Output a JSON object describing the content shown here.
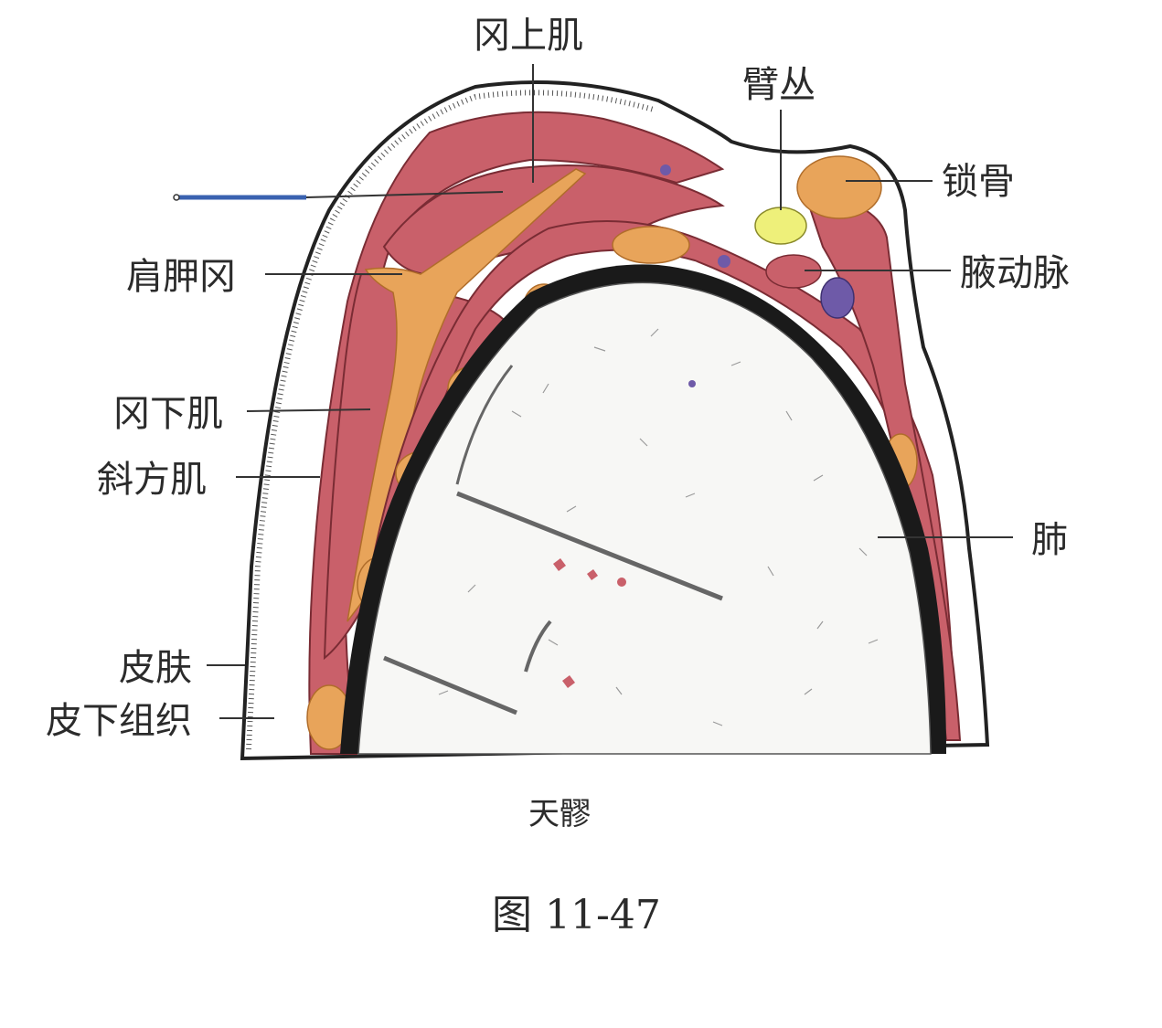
{
  "labels": {
    "supraspinatus": "冈上肌",
    "brachial_plexus": "臂丛",
    "clavicle": "锁骨",
    "scapular_spine": "肩胛冈",
    "axillary_artery": "腋动脉",
    "infraspinatus": "冈下肌",
    "trapezius": "斜方肌",
    "lung": "肺",
    "skin": "皮肤",
    "subcutaneous": "皮下组织"
  },
  "acupoint": "天髎",
  "figure_number": "图 11-47",
  "colors": {
    "muscle": "#c9606a",
    "bone": "#e8a45a",
    "lung_fill": "#f7f7f5",
    "pleura": "#1a1a1a",
    "nerve": "#eef07a",
    "vein": "#6e5aa8",
    "needle": "#3a62b0"
  }
}
